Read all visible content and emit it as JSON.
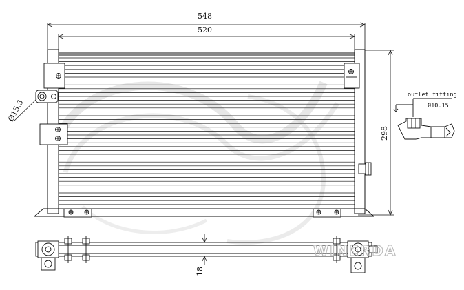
{
  "dimensions": {
    "overall_width": "548",
    "core_width": "520",
    "height": "298",
    "thickness": "18",
    "inlet_diameter": "Ø15.5",
    "outlet_diameter": "Ø10.15"
  },
  "outlet_fitting": {
    "label": "outlet fitting"
  },
  "watermark": {
    "brand": "WINERDA",
    "color": "#b9b9b9"
  },
  "colors": {
    "line": "#111111",
    "swoosh": "#cfcfcf"
  }
}
